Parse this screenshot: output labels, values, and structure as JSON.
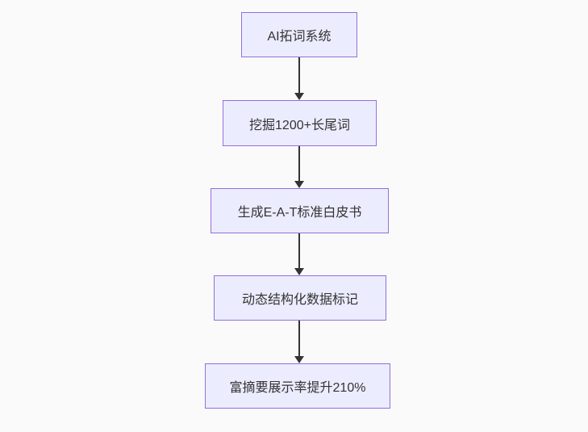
{
  "diagram": {
    "type": "flowchart",
    "direction": "top-down",
    "colors": {
      "background": "#fafafa",
      "node_fill": "#ececff",
      "node_border": "#9370db",
      "text": "#333333",
      "arrow": "#333333"
    },
    "nodes": [
      {
        "id": "n1",
        "label": "AI拓词系统"
      },
      {
        "id": "n2",
        "label": "挖掘1200+长尾词"
      },
      {
        "id": "n3",
        "label": "生成E-A-T标准白皮书"
      },
      {
        "id": "n4",
        "label": "动态结构化数据标记"
      },
      {
        "id": "n5",
        "label": "富摘要展示率提升210%"
      }
    ],
    "edges": [
      {
        "from": "n1",
        "to": "n2"
      },
      {
        "from": "n2",
        "to": "n3"
      },
      {
        "from": "n3",
        "to": "n4"
      },
      {
        "from": "n4",
        "to": "n5"
      }
    ]
  }
}
